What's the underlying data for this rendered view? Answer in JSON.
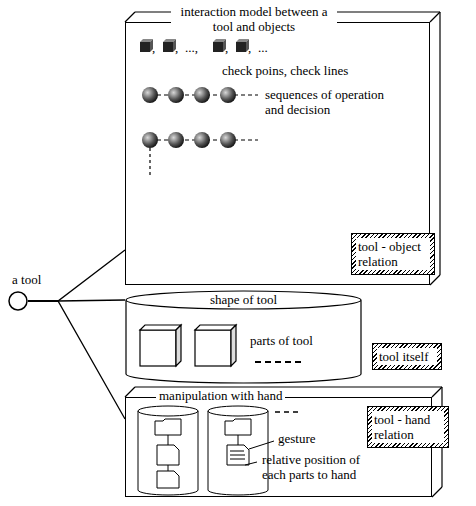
{
  "diagram": {
    "nodes": [
      {
        "text": [
          "a tool"
        ]
      },
      {
        "text": [
          "interaction model between a tool and objects"
        ]
      },
      {
        "text": [
          "tool - object relation"
        ],
        "in": 1
      },
      {
        "text": [
          "shape of tool"
        ]
      },
      {
        "text": [
          "tool itself"
        ]
      },
      {
        "text": [
          "manipulation with hand"
        ]
      },
      {
        "text": [
          "tool - hand relation"
        ],
        "in": 5
      }
    ],
    "edges": [
      {
        "from": 0,
        "to": 1,
        "arrow": "none"
      },
      {
        "from": 0,
        "to": 3,
        "arrow": "none"
      },
      {
        "from": 0,
        "to": 5,
        "arrow": "none"
      }
    ],
    "labels": [
      ",",
      ",",
      "...,",
      ",",
      ",",
      "...",
      "check poins, check lines",
      "sequences of operation and decision",
      "parts of tool",
      "gesture",
      "relative position of each parts to hand"
    ]
  }
}
